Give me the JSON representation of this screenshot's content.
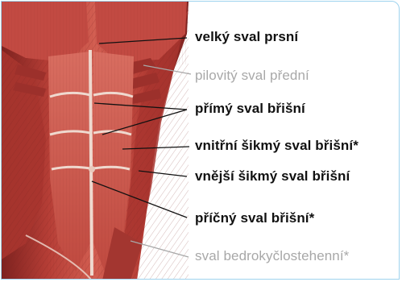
{
  "labels": {
    "velky_sval_prsni": "velký sval prsní",
    "pilovity_sval_predni": "pilovitý sval přední",
    "primy_sval_brisni": "přímý sval břišní",
    "vnitrni_sikmy_sval_brisni": "vnitřní šikmý sval břišní*",
    "vnejsi_sikmy_sval_brisni": "vnější šikmý sval břišní",
    "pricny_sval_brisni": "příčný sval břišní*",
    "sval_bedrokyclostehenni": "sval bedrokyčlostehenní*"
  },
  "colors": {
    "frame_border": "#9ed3ee",
    "muscle_base": "#b8413a",
    "muscle_light": "#d96a5c",
    "muscle_dark": "#8a2a25",
    "tendon": "#efd9cf",
    "leader_dark": "#111111",
    "leader_light": "#a8a8a8"
  }
}
